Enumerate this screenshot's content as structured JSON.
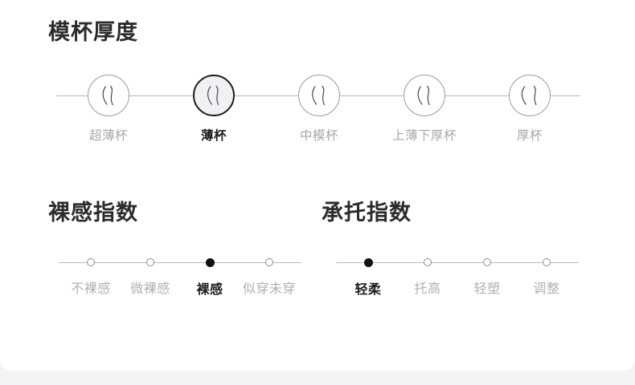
{
  "card": {
    "background": "#ffffff",
    "page_background": "#f4f4f6"
  },
  "colors": {
    "text_active": "#1c1c1c",
    "text_inactive": "#a8a8a8",
    "line": "#b9b9b9",
    "selected_fill": "#f1f1f3"
  },
  "thickness": {
    "title": "模杯厚度",
    "options": [
      {
        "label": "超薄杯",
        "selected": false,
        "icon": "cup-thickness-ultrathin-icon"
      },
      {
        "label": "薄杯",
        "selected": true,
        "icon": "cup-thickness-thin-icon"
      },
      {
        "label": "中模杯",
        "selected": false,
        "icon": "cup-thickness-medium-icon"
      },
      {
        "label": "上薄下厚杯",
        "selected": false,
        "icon": "cup-thickness-thin-top-thick-bottom-icon"
      },
      {
        "label": "厚杯",
        "selected": false,
        "icon": "cup-thickness-thick-icon"
      }
    ]
  },
  "bare_index": {
    "title": "裸感指数",
    "options": [
      {
        "label": "不裸感",
        "selected": false
      },
      {
        "label": "微裸感",
        "selected": false
      },
      {
        "label": "裸感",
        "selected": true
      },
      {
        "label": "似穿未穿",
        "selected": false
      }
    ]
  },
  "support_index": {
    "title": "承托指数",
    "options": [
      {
        "label": "轻柔",
        "selected": true
      },
      {
        "label": "托高",
        "selected": false
      },
      {
        "label": "轻塑",
        "selected": false
      },
      {
        "label": "调整",
        "selected": false
      }
    ]
  }
}
